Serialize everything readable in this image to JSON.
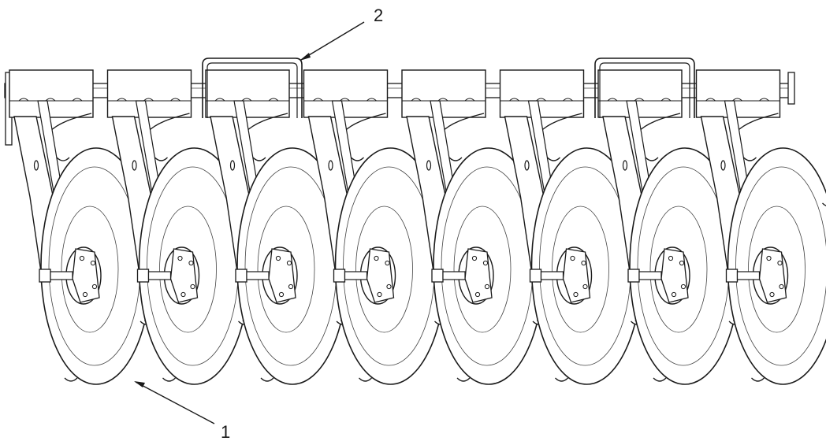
{
  "callouts": [
    {
      "id": "callout-1",
      "label": "1"
    },
    {
      "id": "callout-2",
      "label": "2"
    }
  ],
  "assembly": {
    "disc_units": 8,
    "handles": 2
  },
  "colors": {
    "line": "#1a1a1a",
    "fill": "#ffffff",
    "thin": "#444444"
  }
}
